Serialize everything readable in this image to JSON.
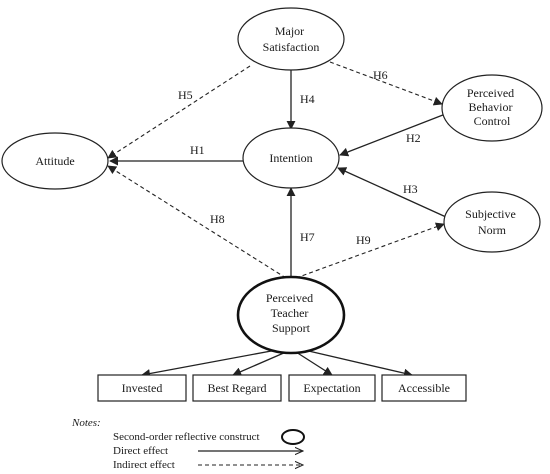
{
  "constructs": {
    "major_satisfaction": [
      "Major",
      "Satisfaction"
    ],
    "perceived_behavior_control": [
      "Perceived",
      "Behavior",
      "Control"
    ],
    "attitude": [
      "Attitude"
    ],
    "intention": [
      "Intention"
    ],
    "subjective_norm": [
      "Subjective",
      "Norm"
    ],
    "perceived_teacher_support": [
      "Perceived",
      "Teacher",
      "Support"
    ]
  },
  "indicators": {
    "invested": "Invested",
    "best_regard": "Best Regard",
    "expectation": "Expectation",
    "accessible": "Accessible"
  },
  "hypotheses": {
    "h1": "H1",
    "h2": "H2",
    "h3": "H3",
    "h4": "H4",
    "h5": "H5",
    "h6": "H6",
    "h7": "H7",
    "h8": "H8",
    "h9": "H9"
  },
  "notes": {
    "title": "Notes:",
    "second_order": "Second-order reflective construct",
    "direct": "Direct effect",
    "indirect": "Indirect effect"
  },
  "colors": {
    "line": "#222222",
    "background": "#ffffff"
  }
}
